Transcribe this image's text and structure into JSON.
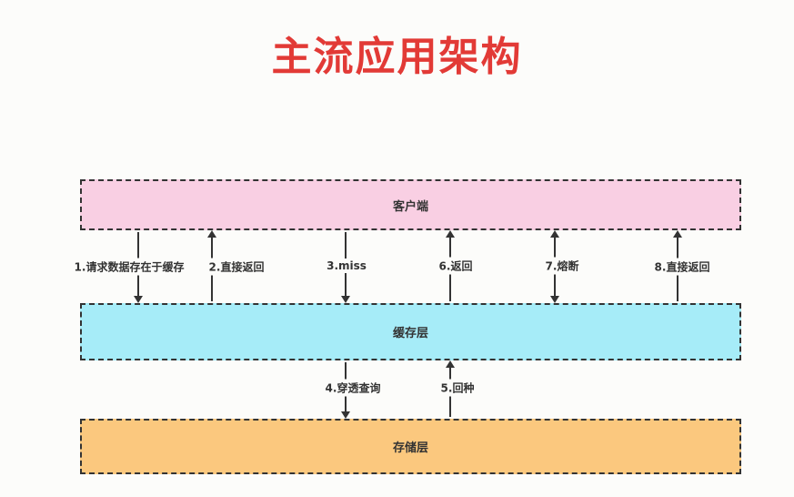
{
  "title": "主流应用架构",
  "colors": {
    "title": "#E23A36",
    "border": "#333333",
    "background": "#FCFCFA"
  },
  "layers": {
    "client": {
      "label": "客户端",
      "fill": "#F9CFE3"
    },
    "cache": {
      "label": "缓存层",
      "fill": "#A6ECF8"
    },
    "storage": {
      "label": "存储层",
      "fill": "#FBC87E"
    }
  },
  "arrows": {
    "a1": {
      "label": "1.请求数据存在于缓存",
      "direction": "down",
      "from": "客户端",
      "to": "缓存层"
    },
    "a2": {
      "label": "2.直接返回",
      "direction": "up",
      "from": "缓存层",
      "to": "客户端"
    },
    "a3": {
      "label": "3.miss",
      "direction": "down",
      "from": "客户端",
      "to": "缓存层"
    },
    "a6": {
      "label": "6.返回",
      "direction": "up",
      "from": "缓存层",
      "to": "客户端"
    },
    "a7": {
      "label": "7.熔断",
      "direction": "both",
      "from": "客户端",
      "to": "缓存层"
    },
    "a8": {
      "label": "8.直接返回",
      "direction": "up",
      "from": "缓存层",
      "to": "客户端"
    },
    "a4": {
      "label": "4.穿透查询",
      "direction": "down",
      "from": "缓存层",
      "to": "存储层"
    },
    "a5": {
      "label": "5.回种",
      "direction": "up",
      "from": "存储层",
      "to": "缓存层"
    }
  }
}
